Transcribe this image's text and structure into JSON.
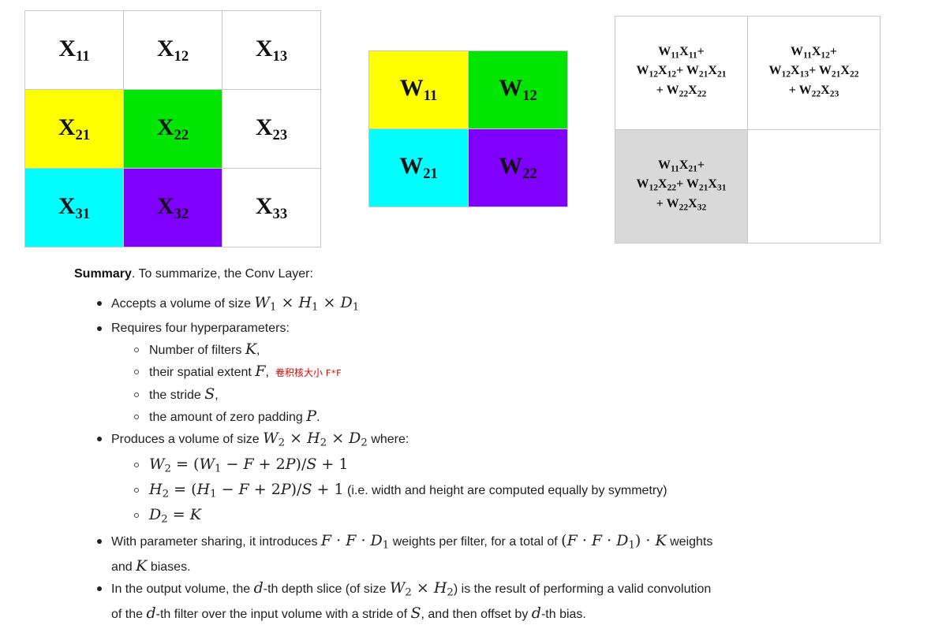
{
  "input_matrix": {
    "cells": [
      [
        {
          "base": "X",
          "sub": "11",
          "color": "#ffffff"
        },
        {
          "base": "X",
          "sub": "12",
          "color": "#ffffff"
        },
        {
          "base": "X",
          "sub": "13",
          "color": "#ffffff"
        }
      ],
      [
        {
          "base": "X",
          "sub": "21",
          "color": "#ffff00"
        },
        {
          "base": "X",
          "sub": "22",
          "color": "#00e600"
        },
        {
          "base": "X",
          "sub": "23",
          "color": "#ffffff"
        }
      ],
      [
        {
          "base": "X",
          "sub": "31",
          "color": "#00ffff"
        },
        {
          "base": "X",
          "sub": "32",
          "color": "#8000ff"
        },
        {
          "base": "X",
          "sub": "33",
          "color": "#ffffff"
        }
      ]
    ]
  },
  "kernel_matrix": {
    "cells": [
      [
        {
          "base": "W",
          "sub": "11",
          "color": "#ffff00"
        },
        {
          "base": "W",
          "sub": "12",
          "color": "#00e600"
        }
      ],
      [
        {
          "base": "W",
          "sub": "21",
          "color": "#00ffff"
        },
        {
          "base": "W",
          "sub": "22",
          "color": "#8000ff"
        }
      ]
    ]
  },
  "output_matrix": {
    "cells": [
      [
        {
          "color": "#ffffff",
          "lines": [
            [
              [
                "W",
                "11"
              ],
              [
                "X",
                "11"
              ],
              [
                "+",
                ""
              ]
            ],
            [
              [
                "W",
                "12"
              ],
              [
                "X",
                "12"
              ],
              [
                "+ W",
                "21"
              ],
              [
                "X",
                "21"
              ]
            ],
            [
              [
                "+ W",
                "22"
              ],
              [
                "X",
                "22"
              ]
            ]
          ]
        },
        {
          "color": "#ffffff",
          "lines": [
            [
              [
                "W",
                "11"
              ],
              [
                "X",
                "12"
              ],
              [
                "+",
                ""
              ]
            ],
            [
              [
                "W",
                "12"
              ],
              [
                "X",
                "13"
              ],
              [
                "+ W",
                "21"
              ],
              [
                "X",
                "22"
              ]
            ],
            [
              [
                "+ W",
                "22"
              ],
              [
                "X",
                "23"
              ]
            ]
          ]
        }
      ],
      [
        {
          "color": "#d9d9d9",
          "lines": [
            [
              [
                "W",
                "11"
              ],
              [
                "X",
                "21"
              ],
              [
                "+",
                ""
              ]
            ],
            [
              [
                "W",
                "12"
              ],
              [
                "X",
                "22"
              ],
              [
                "+ W",
                "21"
              ],
              [
                "X",
                "31"
              ]
            ],
            [
              [
                "+ W",
                "22"
              ],
              [
                "X",
                "32"
              ]
            ]
          ]
        },
        {
          "color": "#ffffff",
          "lines": []
        }
      ]
    ]
  },
  "summary": {
    "heading_bold": "Summary",
    "heading_rest": ". To summarize, the Conv Layer:",
    "b1_text": "Accepts a volume of size",
    "b2_text": "Requires four hyperparameters:",
    "s1_text": "Number of filters",
    "s1_end": ",",
    "s2_text": "their spatial extent",
    "s2_end": ",",
    "note_cn": "卷积核大小",
    "note_ff": "F*F",
    "s3_text": "the stride",
    "s3_end": ",",
    "s4_text": "the amount of zero padding",
    "s4_end": ".",
    "b3_text": "Produces a volume of size",
    "b3_end": "where:",
    "h2_note": "(i.e. width and height are computed equally by symmetry)",
    "b4_a": "With parameter sharing, it introduces",
    "b4_b": "weights per filter, for a total of",
    "b4_c": "weights",
    "b4_d": "and",
    "b4_e": "biases.",
    "b5_a": "In the output volume, the",
    "b5_b": "-th depth slice (of size",
    "b5_c": ") is the result of performing a valid convolution",
    "b5_d": "of the",
    "b5_e": "-th filter over the input volume with a stride of",
    "b5_f": ", and then offset by",
    "b5_g": "-th bias."
  }
}
